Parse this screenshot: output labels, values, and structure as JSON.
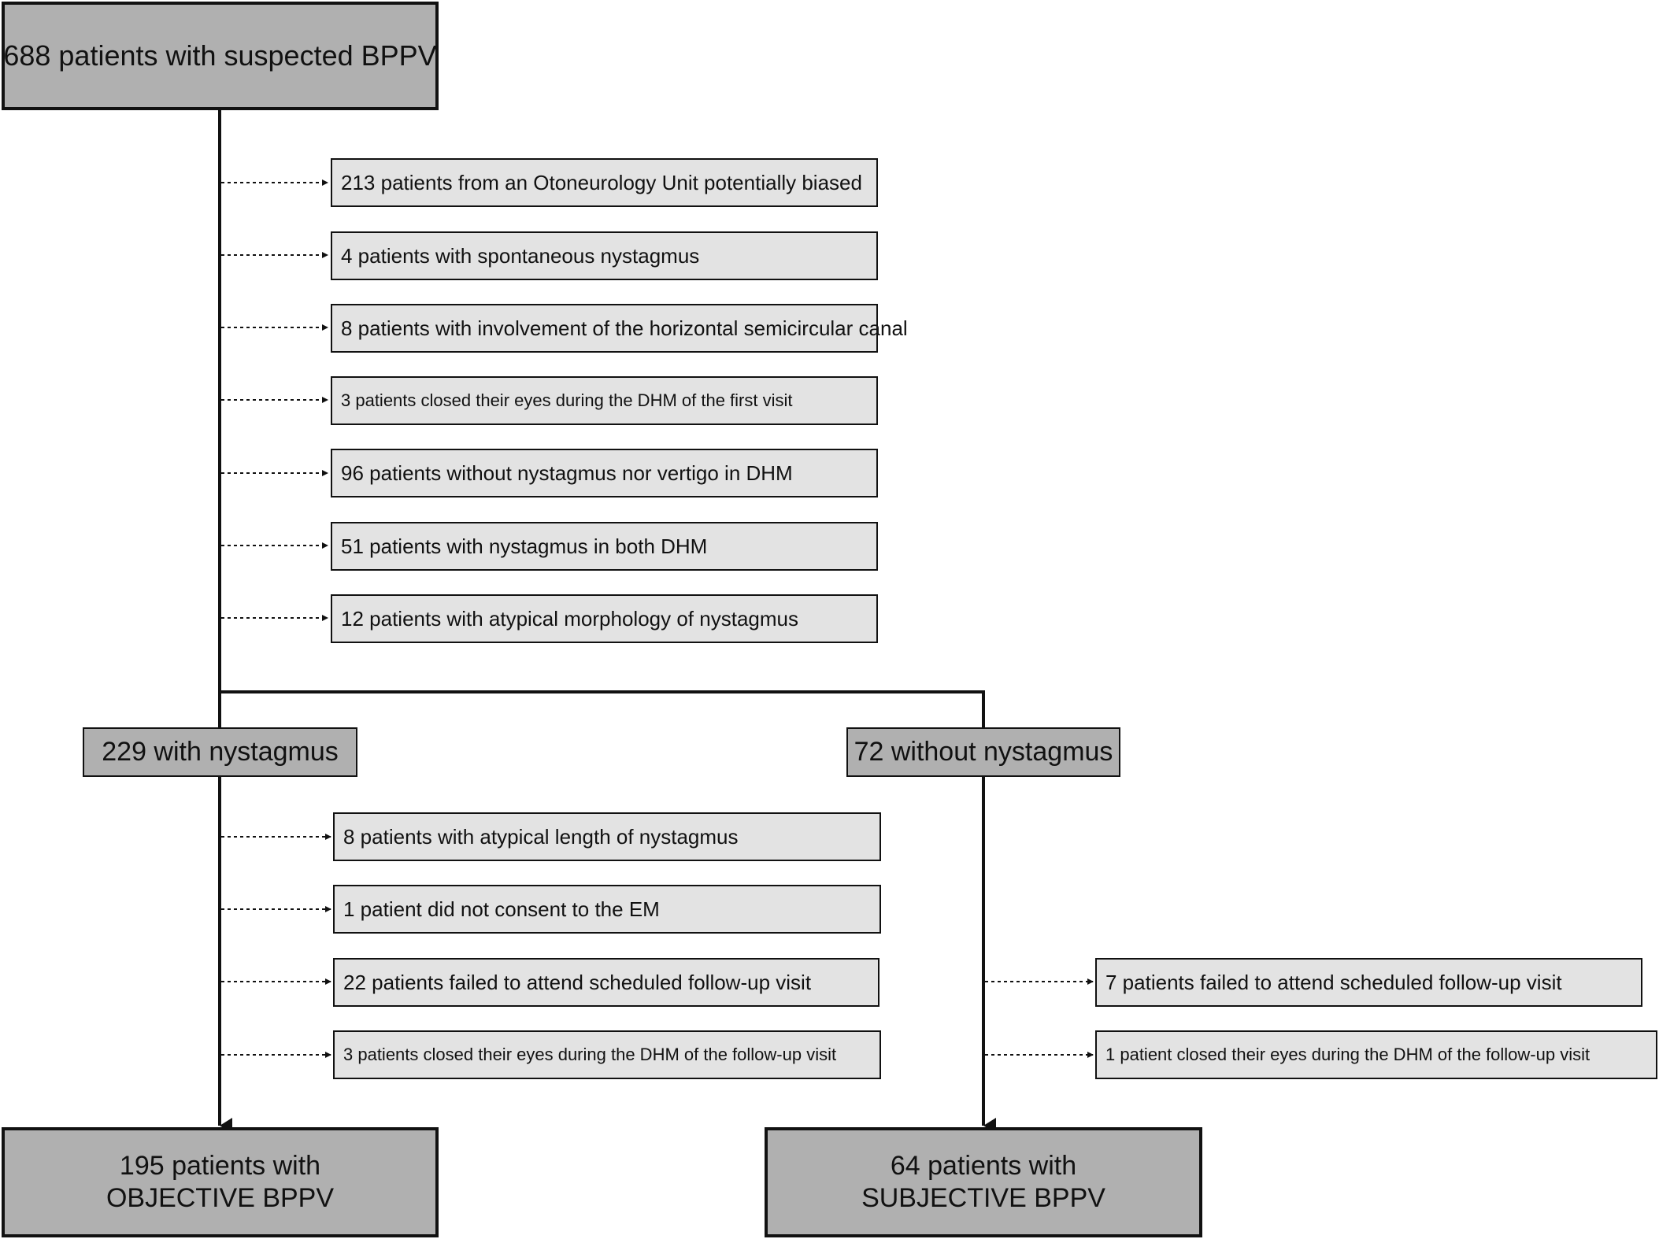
{
  "flowchart": {
    "start": "688 patients with suspected BPPV",
    "exclusions_initial": [
      "213 patients from an Otoneurology Unit potentially biased",
      "4 patients with spontaneous nystagmus",
      "8 patients with involvement of the horizontal semicircular canal",
      "3 patients closed their eyes during the DHM of the first visit",
      "96 patients without nystagmus nor vertigo in DHM",
      "51 patients with nystagmus in both DHM",
      "12 patients with atypical morphology of nystagmus"
    ],
    "branch_left": "229 with nystagmus",
    "branch_right": "72 without nystagmus",
    "exclusions_left": [
      "8 patients with atypical length of nystagmus",
      "1 patient did not consent to the EM",
      "22 patients failed to attend scheduled follow-up visit",
      "3 patients closed their eyes during the DHM of the follow-up visit"
    ],
    "exclusions_right": [
      "7 patients failed to attend scheduled follow-up visit",
      "1 patient closed their eyes during the DHM of the follow-up visit"
    ],
    "result_left": {
      "line1": "195 patients with",
      "line2": "OBJECTIVE BPPV"
    },
    "result_right": {
      "line1": "64 patients with",
      "line2": "SUBJECTIVE BPPV"
    }
  }
}
